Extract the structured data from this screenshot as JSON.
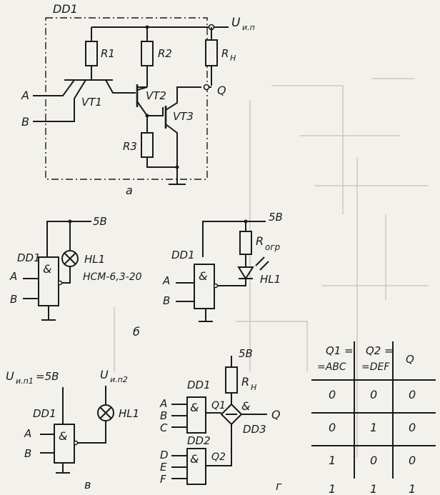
{
  "colors": {
    "ink": "#1a1a1a",
    "paper": "#f2f1ec",
    "bleed": "#c9c7bf"
  },
  "fig_a": {
    "block": "DD1",
    "supply": "U",
    "supply_sub": "и.п",
    "R1": "R1",
    "R2": "R2",
    "R3": "R3",
    "Rh": "R",
    "Rh_sub": "Н",
    "VT1": "VT1",
    "VT2": "VT2",
    "VT3": "VT3",
    "inA": "A",
    "inB": "B",
    "out": "Q",
    "caption": "а"
  },
  "fig_b": {
    "left": {
      "vcc": "5В",
      "dd": "DD1",
      "gate": "&",
      "inA": "A",
      "inB": "B",
      "lamp": "HL1",
      "lamp_type": "НСМ-6,3-20"
    },
    "right": {
      "vcc": "5В",
      "dd": "DD1",
      "gate": "&",
      "inA": "A",
      "inB": "B",
      "res": "R",
      "res_sub": "огр",
      "led": "HL1"
    },
    "caption": "б"
  },
  "fig_v": {
    "u1": "U",
    "u1_sub": "и.п1",
    "u1_val": "=5В",
    "u2": "U",
    "u2_sub": "и.п2",
    "dd": "DD1",
    "gate": "&",
    "inA": "A",
    "inB": "B",
    "lamp": "HL1",
    "caption": "в"
  },
  "fig_g": {
    "vcc": "5В",
    "res": "R",
    "res_sub": "Н",
    "dd1": "DD1",
    "dd2": "DD2",
    "dd3": "DD3",
    "gate": "&",
    "q1": "Q1",
    "q2": "Q2",
    "out": "Q",
    "in1": [
      "A",
      "B",
      "C"
    ],
    "in2": [
      "D",
      "E",
      "F"
    ],
    "caption": "г"
  },
  "truth_table": {
    "headers": [
      {
        "top": "Q1 =",
        "bottom": "=ABC"
      },
      {
        "top": "Q2 =",
        "bottom": "=DEF"
      },
      {
        "top": "Q",
        "bottom": ""
      }
    ],
    "rows": [
      [
        "0",
        "0",
        "0"
      ],
      [
        "0",
        "1",
        "0"
      ],
      [
        "1",
        "0",
        "0"
      ],
      [
        "1",
        "1",
        "1"
      ]
    ]
  }
}
